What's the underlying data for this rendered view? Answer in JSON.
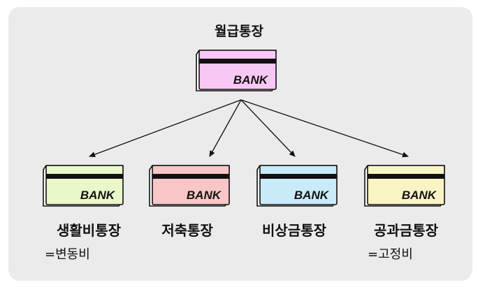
{
  "diagram": {
    "root": {
      "title": "월급통장",
      "card_text": "BANK",
      "color": "#f8c8f4"
    },
    "children": [
      {
        "title": "생활비통장",
        "note": "=변동비",
        "card_text": "BANK",
        "color": "#eaf8c9"
      },
      {
        "title": "저축통장",
        "note": "",
        "card_text": "BANK",
        "color": "#f8c6c6"
      },
      {
        "title": "비상금통장",
        "note": "",
        "card_text": "BANK",
        "color": "#c9eaf8"
      },
      {
        "title": "공과금통장",
        "note": "=고정비",
        "card_text": "BANK",
        "color": "#f8f4c4"
      }
    ],
    "colors": {
      "background": "#ebebeb",
      "stroke": "#111111",
      "magstripe": "#111111"
    }
  }
}
